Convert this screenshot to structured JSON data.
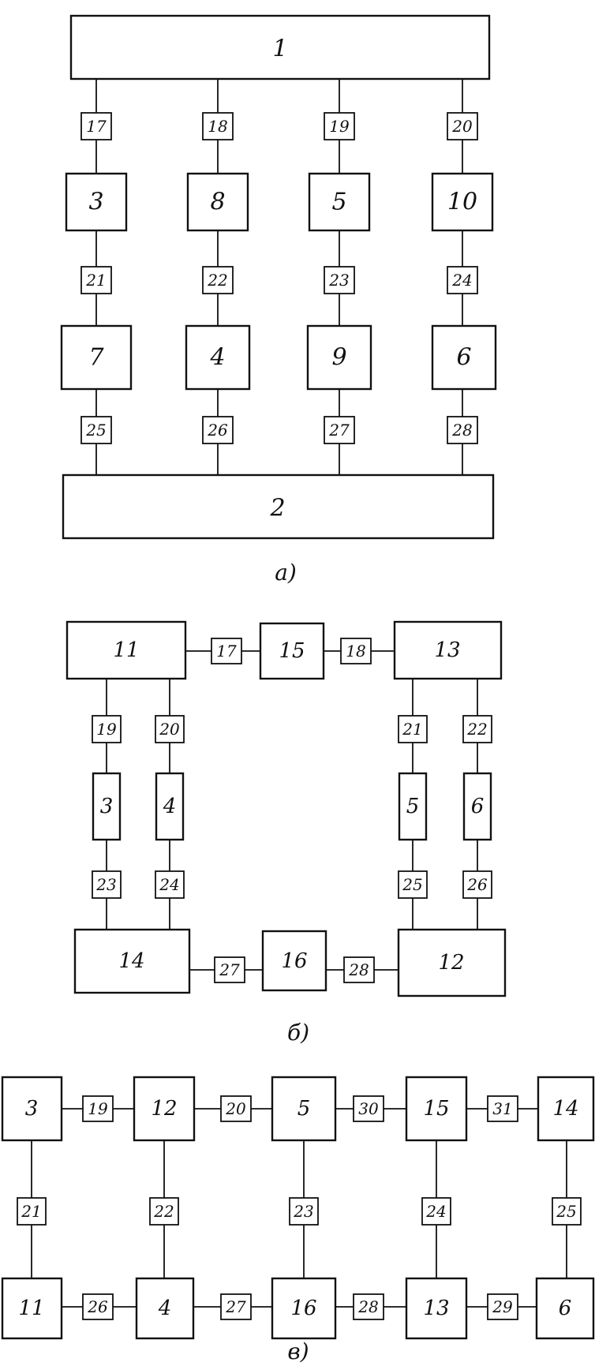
{
  "diagrams": [
    {
      "caption": "a)",
      "blocks": [
        "1",
        "2",
        "3",
        "8",
        "5",
        "10",
        "7",
        "4",
        "9",
        "6"
      ],
      "connectors": [
        "17",
        "18",
        "19",
        "20",
        "21",
        "22",
        "23",
        "24",
        "25",
        "26",
        "27",
        "28"
      ]
    },
    {
      "caption": "б)",
      "blocks": [
        "11",
        "15",
        "13",
        "3",
        "4",
        "5",
        "6",
        "14",
        "16",
        "12"
      ],
      "connectors": [
        "17",
        "18",
        "19",
        "20",
        "21",
        "22",
        "23",
        "24",
        "25",
        "26",
        "27",
        "28"
      ]
    },
    {
      "caption": "в)",
      "blocks": [
        "3",
        "12",
        "5",
        "15",
        "14",
        "11",
        "4",
        "16",
        "13",
        "6"
      ],
      "connectors": [
        "19",
        "20",
        "30",
        "31",
        "21",
        "22",
        "23",
        "24",
        "25",
        "26",
        "27",
        "28",
        "29"
      ]
    }
  ]
}
